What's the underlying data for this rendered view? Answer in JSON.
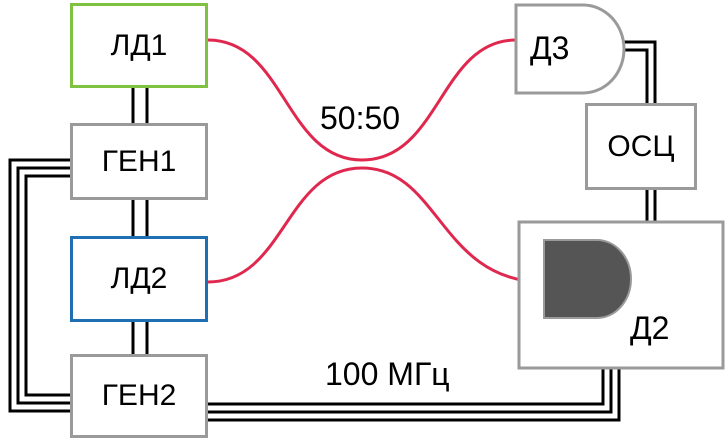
{
  "blocks": {
    "ld1": "ЛД1",
    "gen1": "ГЕН1",
    "ld2": "ЛД2",
    "gen2": "ГЕН2",
    "d3": "Д3",
    "osc": "ОСЦ",
    "d2": "Д2"
  },
  "labels": {
    "coupler_ratio": "50:50",
    "frequency": "100 МГц"
  },
  "colors": {
    "fiber": "#e0284f",
    "cable": "#000000",
    "box_border": "#9a9a9a",
    "ld1_border": "#7fc242",
    "ld2_border": "#1f6fb3",
    "detector_fill": "#555555"
  }
}
